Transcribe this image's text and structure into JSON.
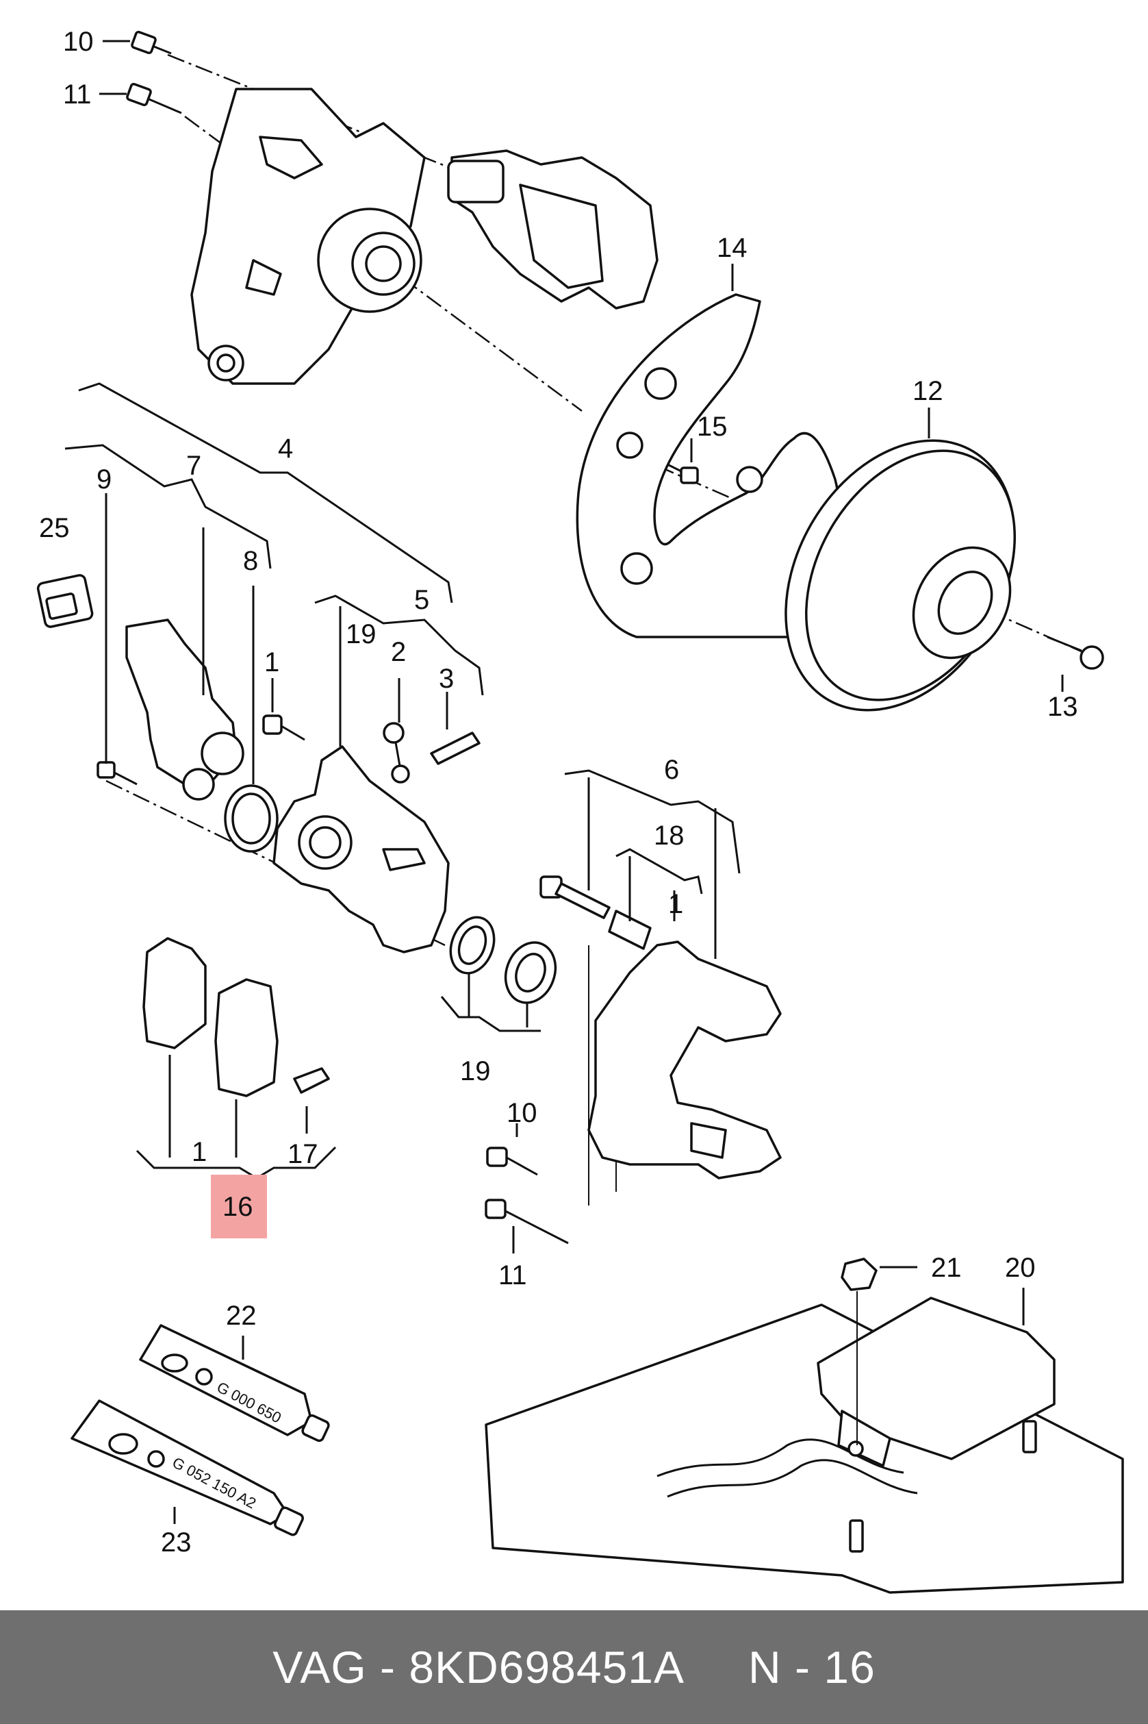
{
  "callouts": {
    "c10_top": "10",
    "c11_top": "11",
    "c14": "14",
    "c12": "12",
    "c15": "15",
    "c4": "4",
    "c7": "7",
    "c9": "9",
    "c25": "25",
    "c8": "8",
    "c5": "5",
    "c19_top": "19",
    "c1_caliper": "1",
    "c2": "2",
    "c3": "3",
    "c13": "13",
    "c6": "6",
    "c18": "18",
    "c1_guide": "1",
    "c19_bottom": "19",
    "c1_pads": "1",
    "c17": "17",
    "c16": "16",
    "c10_bottom": "10",
    "c11_bottom": "11",
    "c22": "22",
    "c23": "23",
    "c21": "21",
    "c20": "20"
  },
  "tubes": {
    "tube22_code": "G 000 650",
    "tube23_code": "G 052 150 A2"
  },
  "highlight": {
    "color": "#f4a3a3",
    "label": "16"
  },
  "footer": {
    "text": "VAG - 8KD698451A     N - 16",
    "background": "#6f6f6f"
  }
}
